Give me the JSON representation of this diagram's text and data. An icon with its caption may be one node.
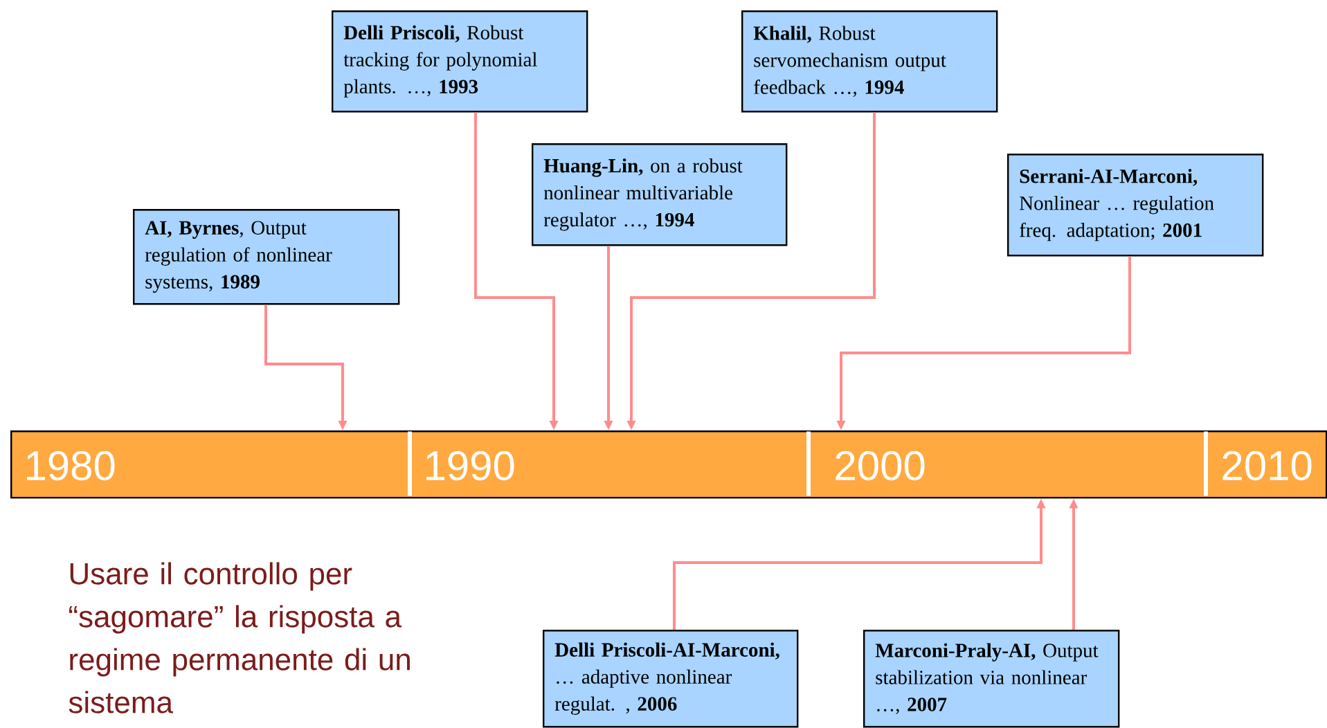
{
  "diagram": {
    "nodes": [
      {
        "text": [
          "**Delli Priscoli,** Robust tracking for polynomial plants. …, **1993**"
        ]
      },
      {
        "text": [
          "**Khalil,** Robust servomechanism output feedback …, **1994**"
        ]
      },
      {
        "text": [
          "**Huang-Lin,** on a robust nonlinear multivariable regulator …, **1994**"
        ]
      },
      {
        "text": [
          "**Serrani-AI-Marconi,** Nonlinear … regulation freq. adaptation; **2001**"
        ]
      },
      {
        "text": [
          "**AI, Byrnes**, Output regulation of nonlinear systems, **1989**"
        ]
      },
      {
        "text": [
          "1980",
          "1990",
          "2000",
          "2010"
        ]
      },
      {
        "text": [
          "**Delli Priscoli-AI-Marconi,** … adaptive nonlinear regulat. , **2006**"
        ]
      },
      {
        "text": [
          "**Marconi-Praly-AI,** Output stabilization via nonlinear …, **2007**"
        ]
      }
    ],
    "edges": [
      {
        "from": 4,
        "to": 5,
        "arrow": "to"
      },
      {
        "from": 0,
        "to": 5,
        "arrow": "to"
      },
      {
        "from": 2,
        "to": 5,
        "arrow": "to"
      },
      {
        "from": 1,
        "to": 5,
        "arrow": "to"
      },
      {
        "from": 3,
        "to": 5,
        "arrow": "to"
      },
      {
        "from": 6,
        "to": 5,
        "arrow": "to"
      },
      {
        "from": 7,
        "to": 5,
        "arrow": "to"
      }
    ],
    "labels": [
      "Usare il controllo per “sagomare” la risposta a regime permanente di un sistema"
    ]
  }
}
